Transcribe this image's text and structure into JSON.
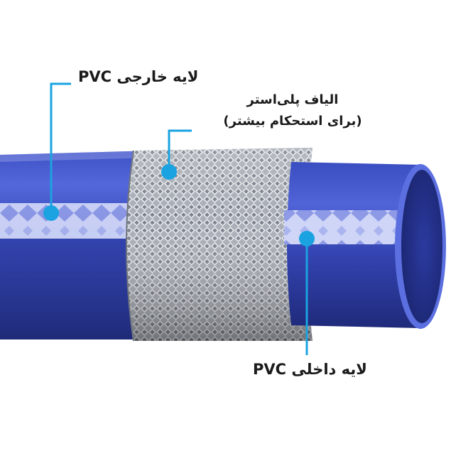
{
  "labels": {
    "outer_layer": "لایه خارجی PVC",
    "fiber_line1": "الیاف پلی‌استر",
    "fiber_line2": "(برای استحکام بیشتر)",
    "inner_layer": "لایه داخلی PVC"
  },
  "colors": {
    "hose_blue": "#2f3fa8",
    "hose_blue_light": "#4f63d6",
    "stripe": "#c9cff5",
    "braid": "#9aa0a8",
    "pointer": "#1aa3e0"
  }
}
